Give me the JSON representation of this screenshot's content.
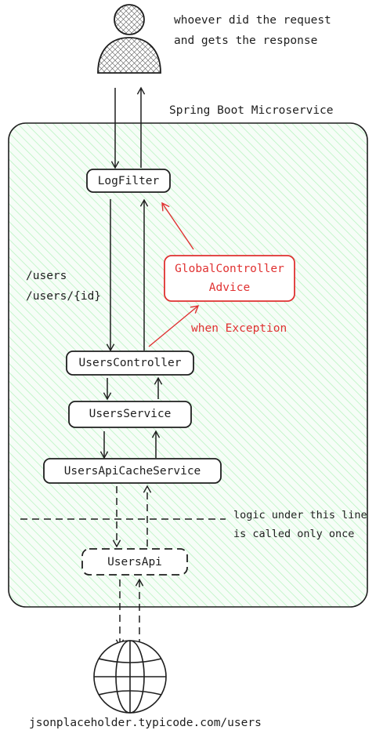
{
  "diagram": {
    "client_caption_line1": "whoever did the request",
    "client_caption_line2": "and gets the response",
    "service_title": "Spring Boot Microservice",
    "routes_line1": "/users",
    "routes_line2": "/users/{id}",
    "nodes": {
      "log_filter": "LogFilter",
      "global_advice_line1": "GlobalController",
      "global_advice_line2": "Advice",
      "users_controller": "UsersController",
      "users_service": "UsersService",
      "users_api_cache_service": "UsersApiCacheService",
      "users_api": "UsersApi"
    },
    "exception_label": "when Exception",
    "boundary_note_line1": "logic under this line",
    "boundary_note_line2": "is called only once",
    "external_api_url": "jsonplaceholder.typicode.com/users"
  },
  "colors": {
    "stroke": "#1e1e1e",
    "accent_red": "#e03131",
    "container_fill": "#b2f2bb",
    "container_stroke": "#1e1e1e"
  }
}
